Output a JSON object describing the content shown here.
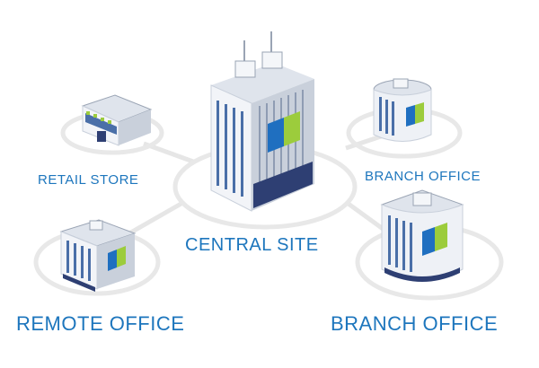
{
  "labels": {
    "retail": "RETAIL STORE",
    "branch_top": "BRANCH OFFICE",
    "central": "CENTRAL SITE",
    "remote": "REMOTE OFFICE",
    "branch_bottom": "BRANCH OFFICE"
  },
  "colors": {
    "label_text": "#1d76bd",
    "ring": "#e6e6e6",
    "link": "#e6e6e6",
    "wall_front": "#f4f6f9",
    "wall_side": "#c9d0db",
    "roof": "#dfe4ec",
    "window_blue": "#3f6fb8",
    "logo_blue": "#1f6fc0",
    "logo_green": "#9ccc3c",
    "navy": "#2e3f73"
  }
}
